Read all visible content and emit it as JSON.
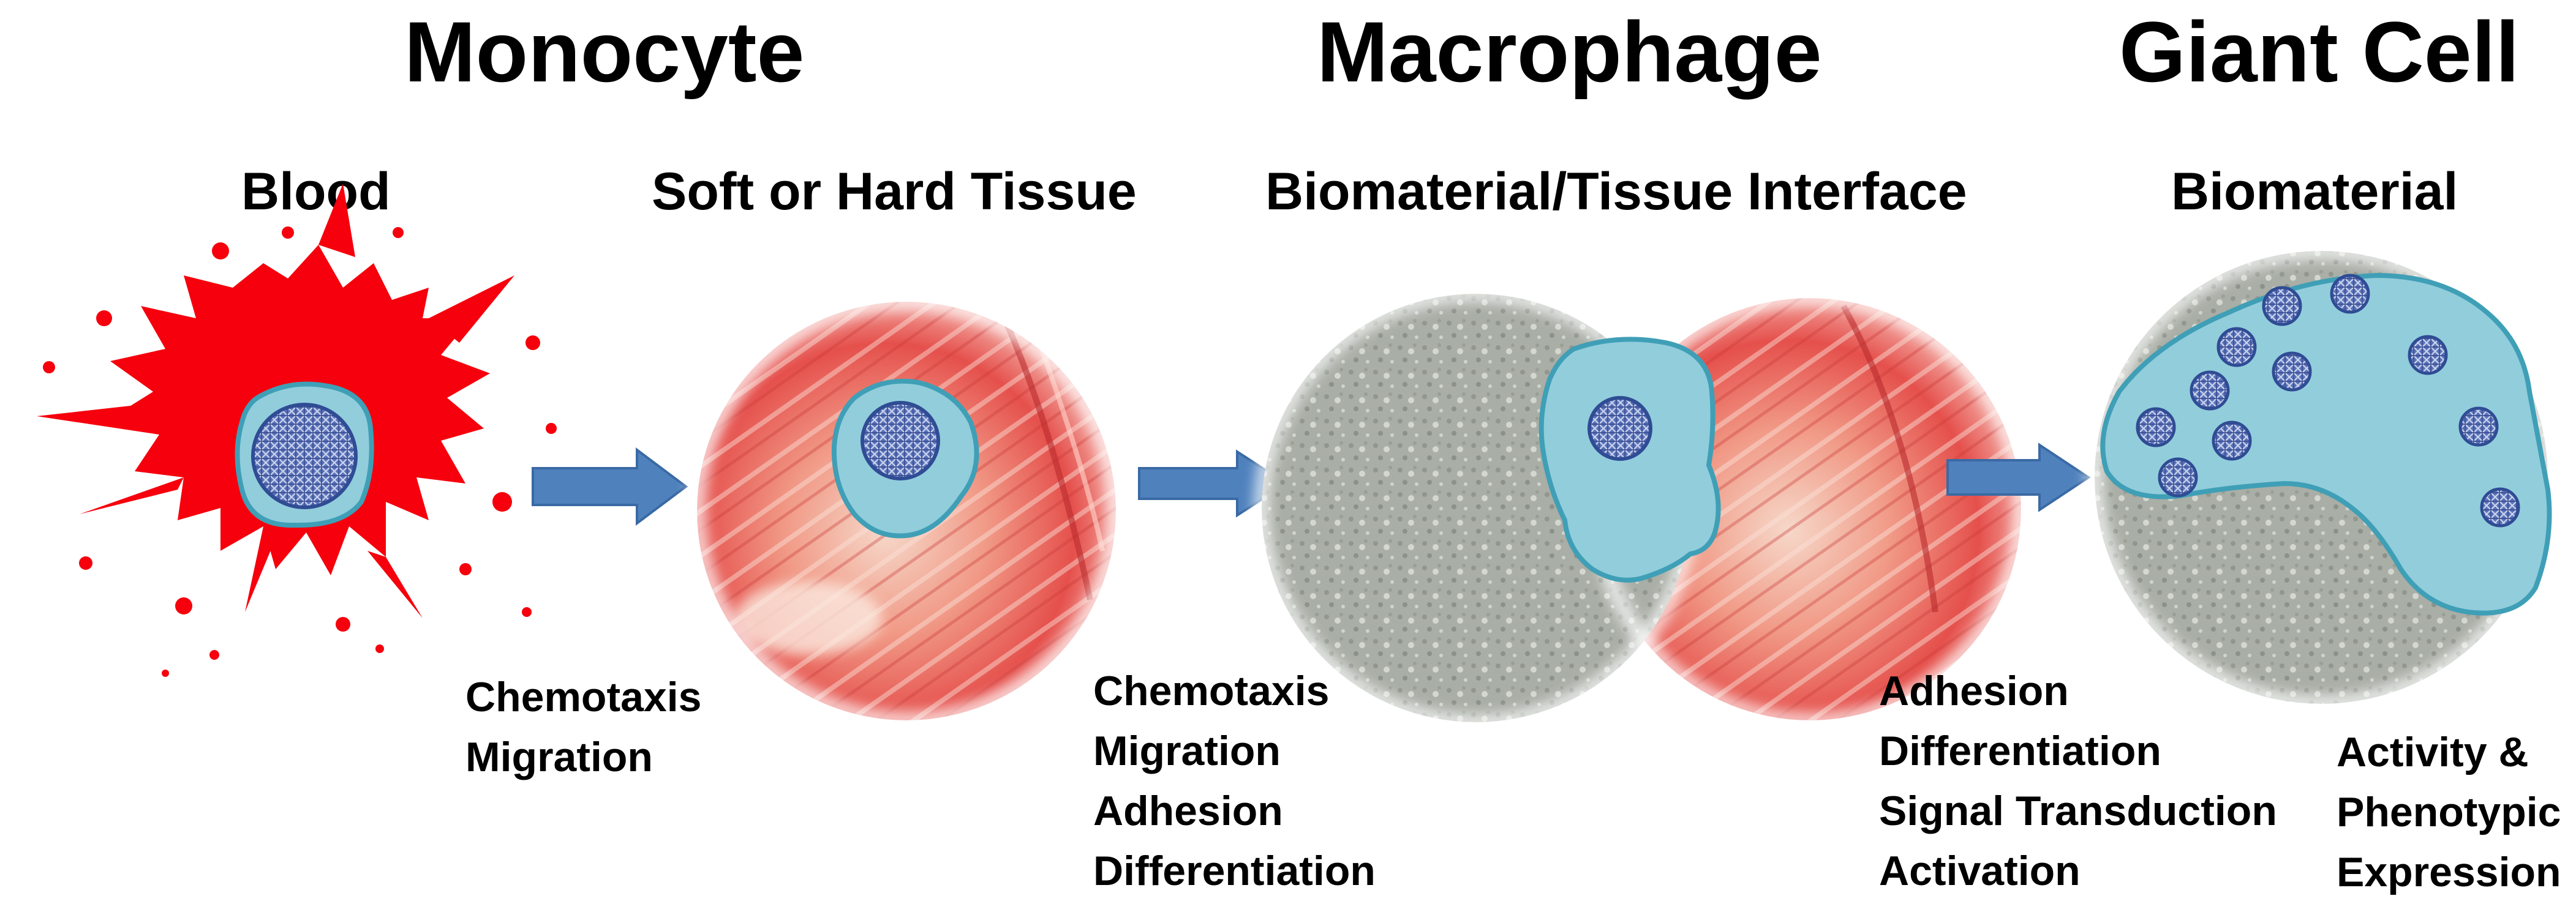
{
  "stages": {
    "monocyte": "Monocyte",
    "macrophage": "Macrophage",
    "giant_cell": "Giant Cell"
  },
  "locations": {
    "blood": "Blood",
    "tissue": "Soft or Hard Tissue",
    "interface": "Biomaterial/Tissue Interface",
    "biomaterial": "Biomaterial"
  },
  "processes": {
    "step1": [
      "Chemotaxis",
      "Migration"
    ],
    "step2": [
      "Chemotaxis",
      "Migration",
      "Adhesion",
      "Differentiation"
    ],
    "step3": [
      "Adhesion",
      "Differentiation",
      "Signal Transduction",
      "Activation"
    ],
    "step4": [
      "Activity &",
      "Phenotypic",
      "Expression"
    ]
  },
  "colors": {
    "blood": "#f5000c",
    "cell_fill": "#92cddc",
    "cell_edge": "#3f9fb6",
    "nucleus": "#4a61a8",
    "arrow": "#4f81bd",
    "tissue_red": "#e8564f",
    "biomaterial_gray": "#a9aea6"
  }
}
